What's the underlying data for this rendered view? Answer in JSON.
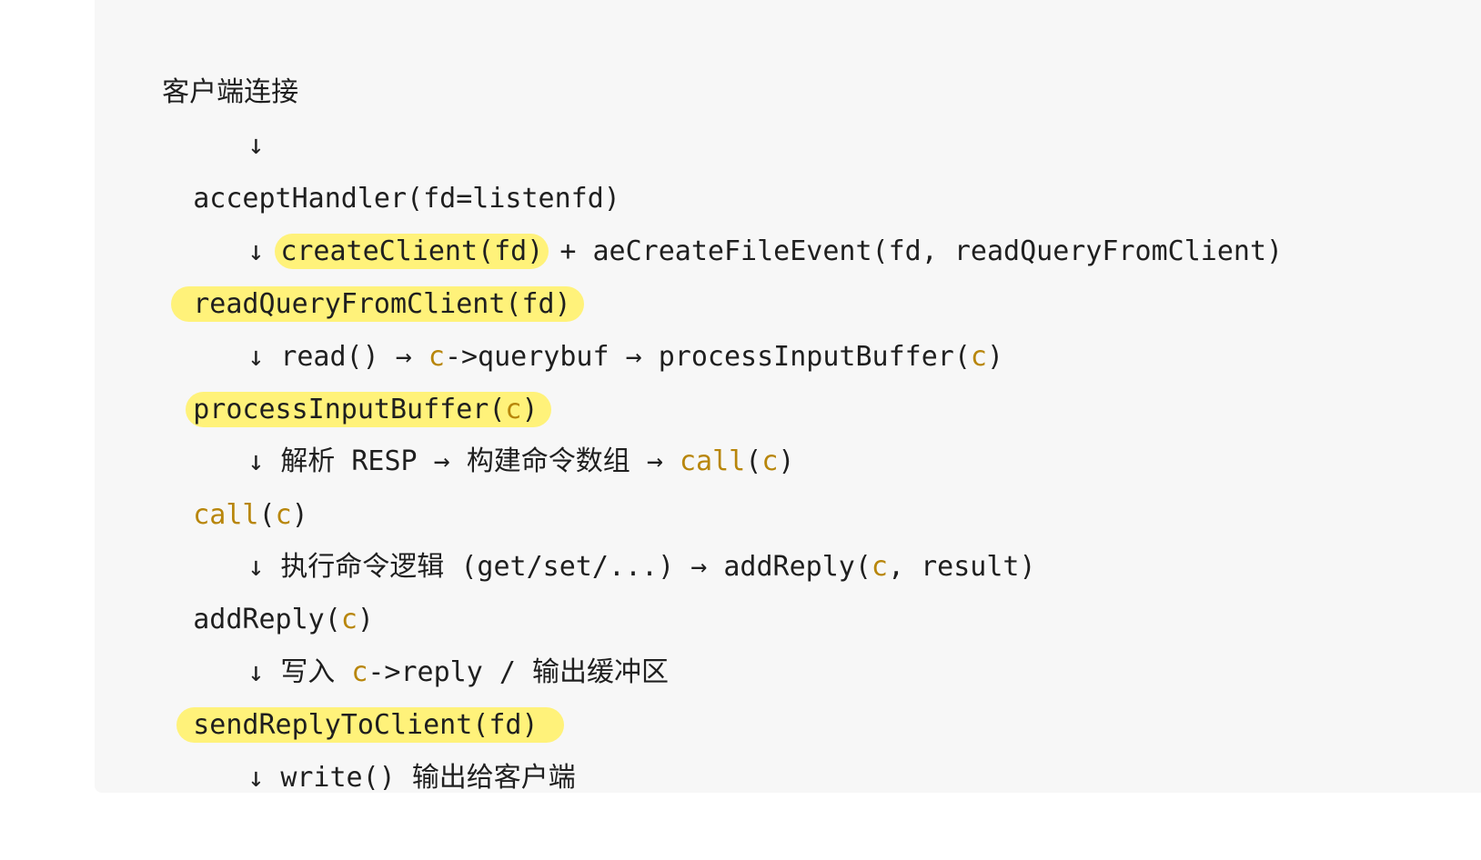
{
  "lines": {
    "l1": "客户端连接",
    "arrow": "↓",
    "l3": "acceptHandler(fd=listenfd)",
    "l4_hl": "createClient(fd)",
    "l4_rest": " + aeCreateFileEvent(fd, readQueryFromClient)",
    "l5": "readQueryFromClient(fd)",
    "l6_a": "read() → ",
    "l6_c1": "c",
    "l6_b": "->querybuf → processInputBuffer(",
    "l6_c2": "c",
    "l6_close": ")",
    "l7_fn": "processInputBuffer(",
    "l7_c": "c",
    "l7_close": ")",
    "l8_a": "解析",
    "l8_b": " RESP → ",
    "l8_c": "构建命令数组",
    "l8_d": " → ",
    "l8_call": "call",
    "l8_open": "(",
    "l8_var": "c",
    "l8_close": ")",
    "l9_call": "call",
    "l9_open": "(",
    "l9_var": "c",
    "l9_close": ")",
    "l10_a": "执行命令逻辑",
    "l10_b": " (get/set/...) → addReply(",
    "l10_var": "c",
    "l10_c": ", result)",
    "l11_fn": "addReply(",
    "l11_var": "c",
    "l11_close": ")",
    "l12_a": "写入",
    "l12_var": "c",
    "l12_b": "->reply / ",
    "l12_c": "输出缓冲区",
    "l13": "sendReplyToClient(fd)",
    "l14_a": "write() ",
    "l14_b": "输出给客户端"
  },
  "colors": {
    "highlight": "#fff27a",
    "variable": "#b8860b",
    "text": "#1f1f1f",
    "panel": "#f7f7f7"
  }
}
